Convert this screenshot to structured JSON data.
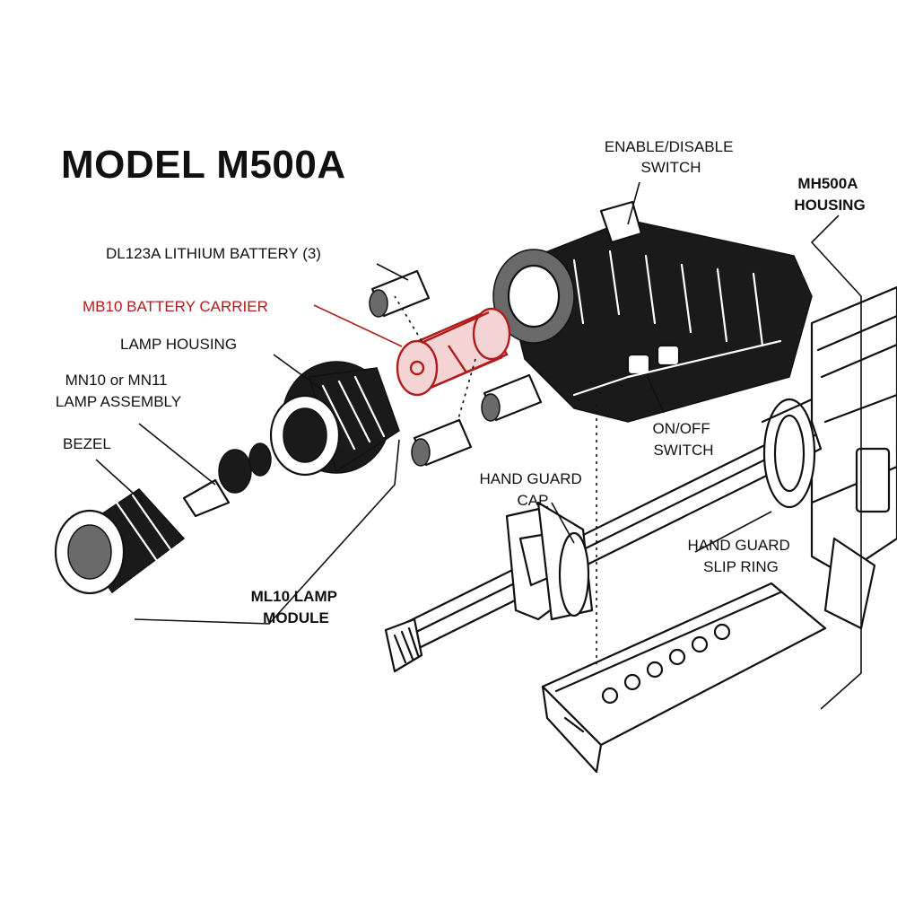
{
  "title": "MODEL M500A",
  "colors": {
    "ink": "#111111",
    "highlight": "#b01c1c",
    "background": "#ffffff"
  },
  "labels": {
    "enable_switch": [
      "ENABLE/DISABLE",
      "SWITCH"
    ],
    "housing": [
      "MH500A",
      "HOUSING"
    ],
    "battery": [
      "DL123A LITHIUM BATTERY (3)"
    ],
    "carrier": [
      "MB10 BATTERY CARRIER"
    ],
    "lamp_housing": [
      "LAMP HOUSING"
    ],
    "lamp_assembly": [
      "MN10 or MN11",
      "LAMP ASSEMBLY"
    ],
    "bezel": [
      "BEZEL"
    ],
    "onoff_switch": [
      "ON/OFF",
      "SWITCH"
    ],
    "hand_guard_cap": [
      "HAND GUARD",
      "CAP"
    ],
    "slip_ring": [
      "HAND GUARD",
      "SLIP RING"
    ],
    "lamp_module": [
      "ML10 LAMP",
      "MODULE"
    ]
  }
}
